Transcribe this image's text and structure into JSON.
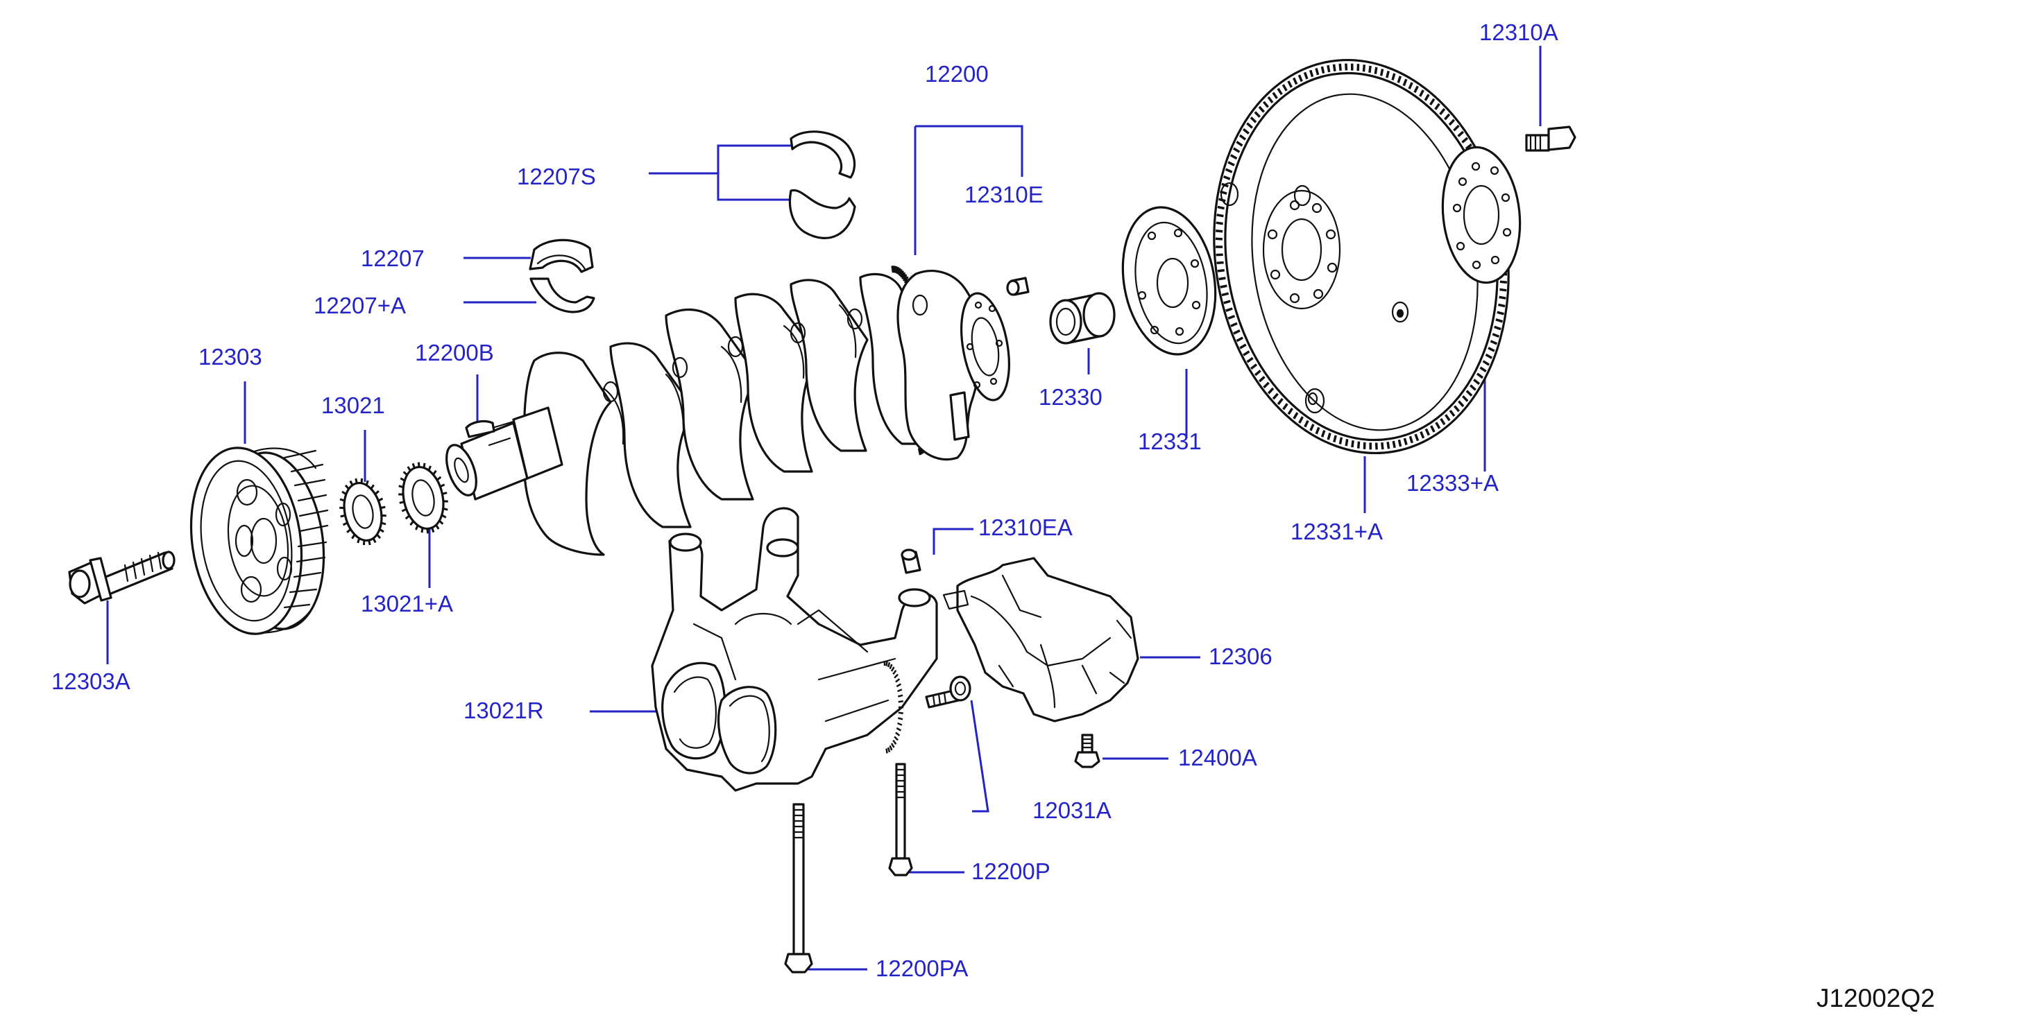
{
  "diagram": {
    "code": "J12002Q2",
    "callouts": [
      {
        "id": "12310A",
        "text": "12310A"
      },
      {
        "id": "12200",
        "text": "12200"
      },
      {
        "id": "12207S",
        "text": "12207S"
      },
      {
        "id": "12310E",
        "text": "12310E"
      },
      {
        "id": "12207",
        "text": "12207"
      },
      {
        "id": "12207A",
        "text": "12207+A"
      },
      {
        "id": "12303",
        "text": "12303"
      },
      {
        "id": "12200B",
        "text": "12200B"
      },
      {
        "id": "13021",
        "text": "13021"
      },
      {
        "id": "12330",
        "text": "12330"
      },
      {
        "id": "12331",
        "text": "12331"
      },
      {
        "id": "12333A",
        "text": "12333+A"
      },
      {
        "id": "12331A",
        "text": "12331+A"
      },
      {
        "id": "12310EA",
        "text": "12310EA"
      },
      {
        "id": "13021A",
        "text": "13021+A"
      },
      {
        "id": "12303A",
        "text": "12303A"
      },
      {
        "id": "12306",
        "text": "12306"
      },
      {
        "id": "13021R",
        "text": "13021R"
      },
      {
        "id": "12400A",
        "text": "12400A"
      },
      {
        "id": "12031A",
        "text": "12031A"
      },
      {
        "id": "12200P",
        "text": "12200P"
      },
      {
        "id": "12200PA",
        "text": "12200PA"
      }
    ]
  }
}
